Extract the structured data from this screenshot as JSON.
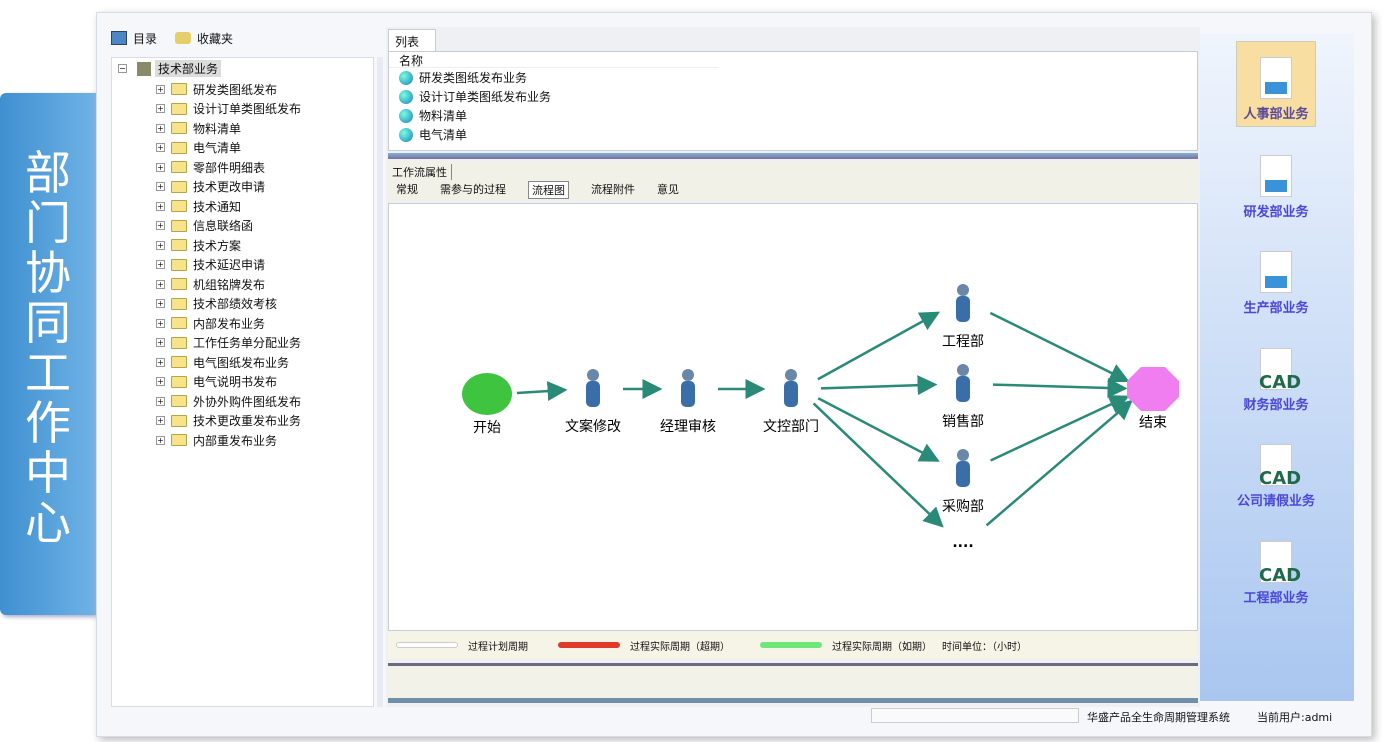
{
  "banner": {
    "title": "部门协同工作中心"
  },
  "left_tabs": [
    {
      "label": "目录",
      "icon": "directory-icon"
    },
    {
      "label": "收藏夹",
      "icon": "favorites-icon"
    }
  ],
  "tree": {
    "root": "技术部业务",
    "items": [
      "研发类图纸发布",
      "设计订单类图纸发布",
      "物料清单",
      "电气清单",
      "零部件明细表",
      "技术更改申请",
      "技术通知",
      "信息联络函",
      "技术方案",
      "技术延迟申请",
      "机组铭牌发布",
      "技术部绩效考核",
      "内部发布业务",
      "工作任务单分配业务",
      "电气图纸发布业务",
      "电气说明书发布",
      "外协外购件图纸发布",
      "技术更改重发布业务",
      "内部重发布业务"
    ]
  },
  "list": {
    "tab": "列表",
    "header": "名称",
    "rows": [
      "研发类图纸发布业务",
      "设计订单类图纸发布业务",
      "物料清单",
      "电气清单"
    ]
  },
  "workflow": {
    "tab": "工作流属性",
    "subtabs": [
      "常规",
      "需参与的过程",
      "流程图",
      "流程附件",
      "意见"
    ],
    "active": "流程图"
  },
  "flow": {
    "nodes": {
      "start": "开始",
      "n1": "文案修改",
      "n2": "经理审核",
      "n3": "文控部门",
      "d1": "工程部",
      "d2": "销售部",
      "d3": "采购部",
      "d4": "....",
      "end": "结束"
    }
  },
  "legend": {
    "planned": "过程计划周期",
    "overdue": "过程实际周期（超期）",
    "ontime": "过程实际周期（如期）",
    "unit": "时间单位：（小时）"
  },
  "colors": {
    "planned": "#ffffff",
    "overdue": "#e03a2a",
    "ontime": "#6ee77a",
    "arrow": "#2a8a78"
  },
  "right_panel": [
    {
      "label": "人事部业务",
      "type": "doc",
      "selected": true
    },
    {
      "label": "研发部业务",
      "type": "doc"
    },
    {
      "label": "生产部业务",
      "type": "doc"
    },
    {
      "label": "财务部业务",
      "type": "cad"
    },
    {
      "label": "公司请假业务",
      "type": "cad"
    },
    {
      "label": "工程部业务",
      "type": "cad"
    }
  ],
  "cad_text": "CAD",
  "status": {
    "system": "华盛产品全生命周期管理系统",
    "user": "当前用户:admi"
  }
}
